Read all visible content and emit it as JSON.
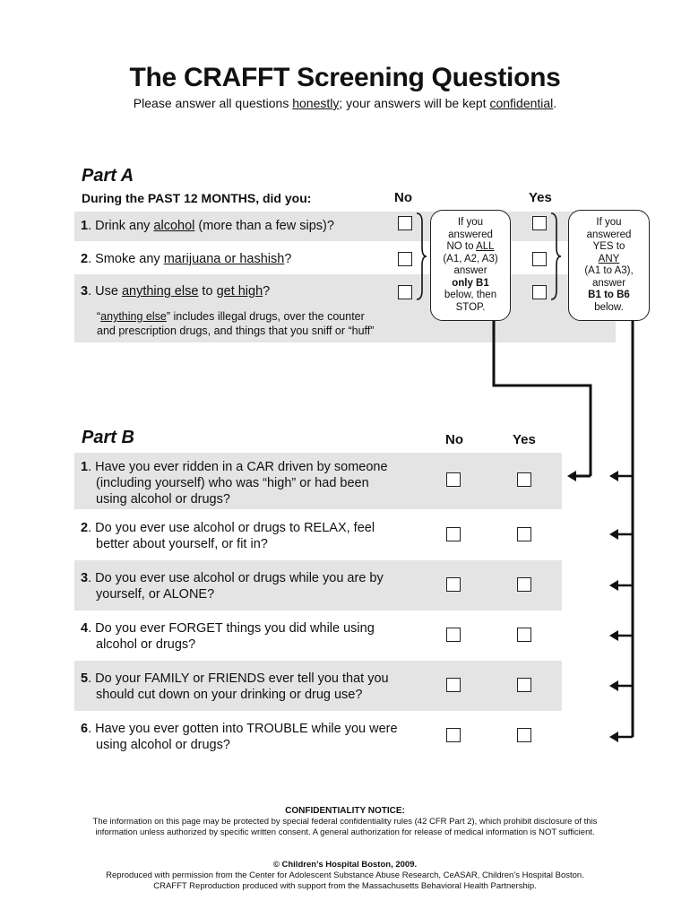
{
  "header": {
    "title": "The CRAFFT Screening Questions",
    "subtitle_parts": [
      "Please answer all questions ",
      "honestly",
      "; your answers will be kept ",
      "confidential",
      "."
    ]
  },
  "part_a": {
    "heading": "Part A",
    "prompt": "During the PAST 12 MONTHS, did you:",
    "no_label": "No",
    "yes_label": "Yes",
    "questions": [
      {
        "num": "1",
        "parts": [
          ". Drink any ",
          "alcohol",
          " (more than a few sips)?"
        ]
      },
      {
        "num": "2",
        "parts": [
          ". Smoke any ",
          "marijuana or hashish",
          "?"
        ]
      },
      {
        "num": "3",
        "parts": [
          ". Use ",
          "anything else",
          " to ",
          "get high",
          "?"
        ]
      }
    ],
    "note_parts": [
      "“",
      "anything else",
      "” includes illegal drugs, over the counter",
      "and prescription drugs, and things that you sniff or “huff”"
    ],
    "no_bubble": [
      "If you",
      "answered",
      "NO to ",
      "ALL",
      "(A1, A2, A3)",
      "answer",
      "only B1",
      "below, then",
      "STOP."
    ],
    "yes_bubble": [
      "If you",
      "answered",
      "YES to",
      "ANY",
      "(A1 to A3),",
      "answer",
      "B1 to B6",
      "below."
    ]
  },
  "part_b": {
    "heading": "Part B",
    "no_label": "No",
    "yes_label": "Yes",
    "questions": [
      {
        "num": "1",
        "lines": [
          ". Have you ever ridden in a CAR driven by someone",
          "(including yourself) who was “high” or had been",
          "using alcohol or drugs?"
        ]
      },
      {
        "num": "2",
        "lines": [
          ". Do you ever use alcohol or drugs to RELAX, feel",
          "better about yourself, or fit in?"
        ]
      },
      {
        "num": "3",
        "lines": [
          ". Do you ever use alcohol or drugs while you are by",
          "yourself, or ALONE?"
        ]
      },
      {
        "num": "4",
        "lines": [
          ". Do you ever FORGET things you did while using",
          "alcohol or drugs?"
        ]
      },
      {
        "num": "5",
        "lines": [
          ". Do your FAMILY or FRIENDS ever tell you that you",
          "should cut down on your drinking or drug use?"
        ]
      },
      {
        "num": "6",
        "lines": [
          ". Have you ever gotten into TROUBLE while you were",
          "using alcohol or drugs?"
        ]
      }
    ]
  },
  "footer": {
    "notice_title": "CONFIDENTIALITY NOTICE:",
    "notice_line1": "The information on this page may be protected by special federal confidentiality rules (42 CFR Part 2), which prohibit disclosure of this",
    "notice_line2": "information unless authorized by specific written consent. A general authorization for release of medical information is NOT sufficient.",
    "copyright": "© Children’s Hospital Boston, 2009.",
    "reproduced": "Reproduced with permission from the Center for Adolescent Substance Abuse Research, CeASAR, Children’s Hospital Boston.",
    "support": "CRAFFT Reproduction produced with support from the Massachusetts Behavioral Health Partnership."
  }
}
